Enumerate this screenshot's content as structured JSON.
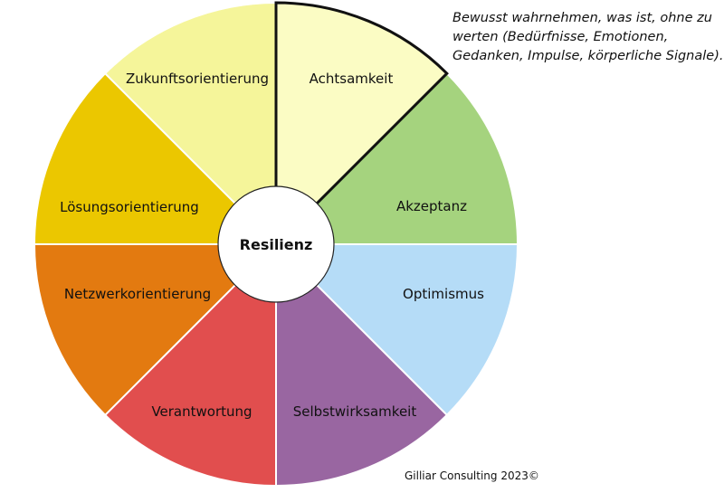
{
  "diagram": {
    "center": {
      "label": "Resilienz",
      "color": "#ffffff"
    },
    "segments": [
      {
        "label": "Achtsamkeit",
        "color": "#fbfcc4",
        "highlighted": true
      },
      {
        "label": "Akzeptanz",
        "color": "#a5d37e",
        "highlighted": false
      },
      {
        "label": "Optimismus",
        "color": "#b5dcf7",
        "highlighted": false
      },
      {
        "label": "Selbstwirksamkeit",
        "color": "#9966a1",
        "highlighted": false
      },
      {
        "label": "Verantwortung",
        "color": "#e14e4e",
        "highlighted": false
      },
      {
        "label": "Netzwerkorientierung",
        "color": "#e37a10",
        "highlighted": false
      },
      {
        "label": "Lösungsorientierung",
        "color": "#ebc700",
        "highlighted": false
      },
      {
        "label": "Zukunftsorientierung",
        "color": "#f5f59a",
        "highlighted": false
      }
    ]
  },
  "annotation": {
    "lines": [
      "Bewusst wahrnehmen, was ist, ohne zu",
      "werten (Bedürfnisse, Emotionen,",
      "Gedanken, Impulse, körperliche Signale)."
    ]
  },
  "footer": "Gilliar Consulting 2023©"
}
